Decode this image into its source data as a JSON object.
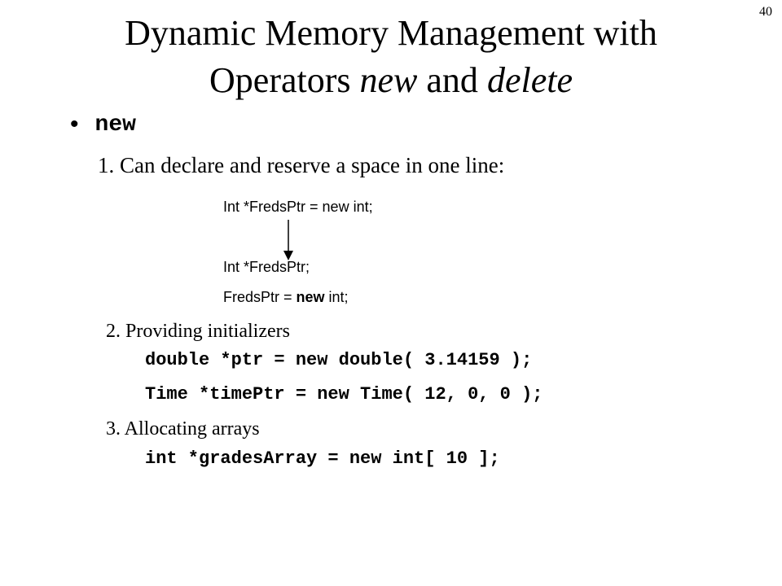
{
  "slide_number": "40",
  "title": {
    "line1": "Dynamic Memory Management with",
    "line2_prefix": "Operators ",
    "line2_new": "new",
    "line2_and": " and ",
    "line2_delete": "delete"
  },
  "bullet": {
    "symbol": "•",
    "keyword": "new"
  },
  "point1": {
    "text": "1. Can declare and reserve a space in one line:",
    "one_line": "Int *FredsPtr = new int;",
    "decl": "Int *FredsPtr;",
    "assign_prefix": "FredsPtr = ",
    "assign_new": "new",
    "assign_suffix": " int;"
  },
  "point2": {
    "text": "2. Providing initializers",
    "code1": "double *ptr = new double( 3.14159 );",
    "code2": "Time *timePtr = new Time( 12, 0, 0 );"
  },
  "point3": {
    "text": "3. Allocating arrays",
    "code1": "int *gradesArray = new int[ 10 ];"
  }
}
